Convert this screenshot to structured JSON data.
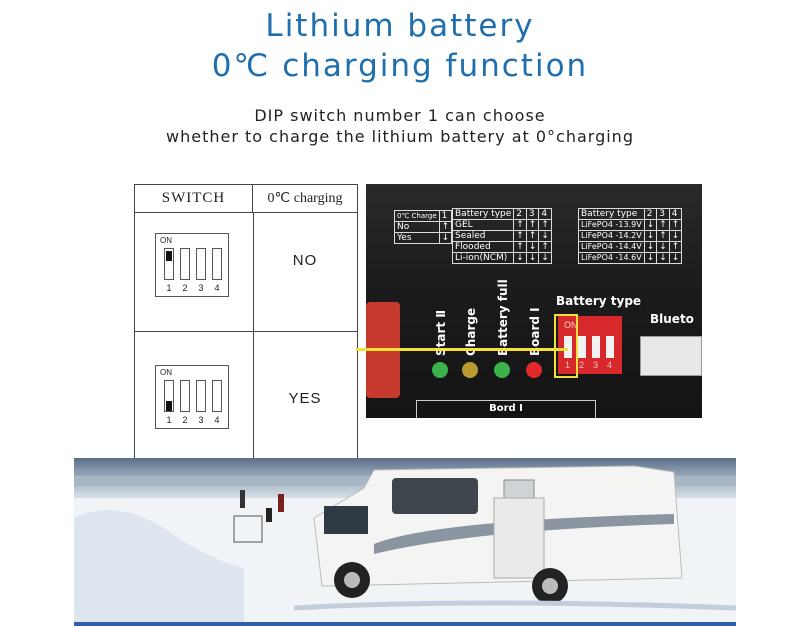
{
  "heading": {
    "line1": "Lithium battery",
    "line2": "0℃ charging function"
  },
  "subheading": {
    "line1": "DIP switch number 1 can choose",
    "line2": "whether to charge the lithium battery at 0°charging"
  },
  "switch_table": {
    "col1": "SWITCH",
    "col2": "0℃ charging",
    "rows": [
      {
        "dip_label": "ON",
        "numbers": [
          "1",
          "2",
          "3",
          "4"
        ],
        "value": "NO"
      },
      {
        "dip_label": "ON",
        "numbers": [
          "1",
          "2",
          "3",
          "4"
        ],
        "value": "YES"
      }
    ]
  },
  "controller": {
    "charge_col": {
      "head": "0℃ Charge",
      "num": "1",
      "rows": [
        "No",
        "Yes"
      ]
    },
    "table1": {
      "head": [
        "Battery type",
        "2",
        "3",
        "4"
      ],
      "rows": [
        "GEL",
        "Sealed",
        "Flooded",
        "Li-ion(NCM)"
      ]
    },
    "table2": {
      "head": [
        "Battery type",
        "2",
        "3",
        "4"
      ],
      "rows": [
        "LiFePO4 -13.9V",
        "LiFePO4 -14.2V",
        "LiFePO4 -14.4V",
        "LiFePO4 -14.6V"
      ]
    },
    "led_labels": [
      "Start Ⅱ",
      "Charge",
      "Battery full",
      "Board Ⅰ"
    ],
    "dip_title": "Battery type",
    "dip_on": "ON",
    "dip_numbers": [
      "1",
      "2",
      "3",
      "4"
    ],
    "connector_label": "Blueto",
    "board_label": "Bord Ⅰ"
  },
  "colors": {
    "title": "#1f6fae",
    "pointer": "#f3e23a",
    "dip_red": "#d7282b"
  }
}
